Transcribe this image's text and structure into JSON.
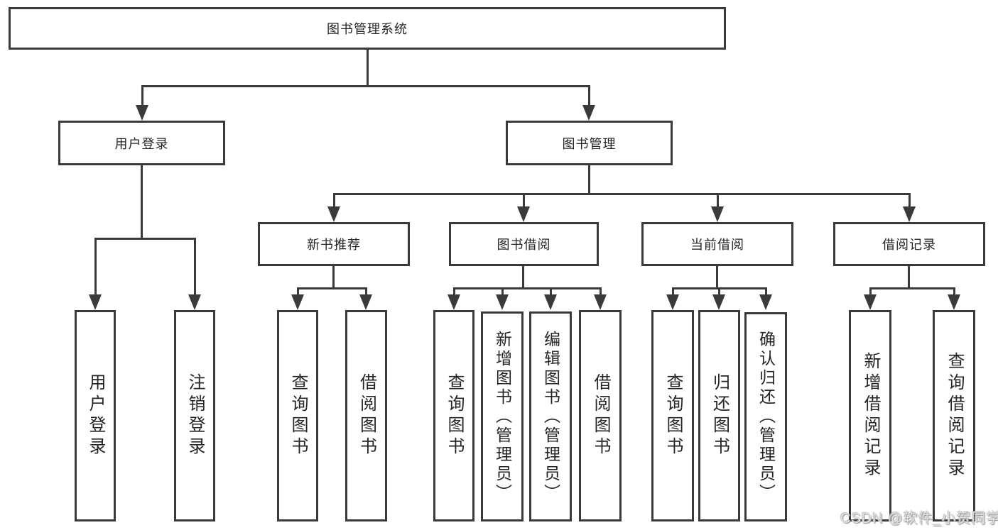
{
  "root": {
    "label": "图书管理系统"
  },
  "branches": {
    "user_login": {
      "label": "用户登录"
    },
    "book_mgmt": {
      "label": "图书管理"
    }
  },
  "modules": {
    "new_book": {
      "label": "新书推荐"
    },
    "borrow": {
      "label": "图书借阅"
    },
    "current": {
      "label": "当前借阅"
    },
    "records": {
      "label": "借阅记录"
    }
  },
  "leaves": {
    "login": {
      "label": "用户登录"
    },
    "logout": {
      "label": "注销登录"
    },
    "nb_query": {
      "label": "查询图书"
    },
    "nb_borrow": {
      "label": "借阅图书"
    },
    "bw_query": {
      "label": "查询图书"
    },
    "bw_add": {
      "label": "新增图书（管理员）"
    },
    "bw_edit": {
      "label": "编辑图书（管理员）"
    },
    "bw_borrow": {
      "label": "借阅图书"
    },
    "cur_query": {
      "label": "查询图书"
    },
    "cur_return": {
      "label": "归还图书"
    },
    "cur_confirm": {
      "label": "确认归还（管理员）"
    },
    "rec_add": {
      "label": "新增借阅记录"
    },
    "rec_query": {
      "label": "查询借阅记录"
    }
  },
  "watermark": {
    "text": "CSDN @软件_小贺同学"
  },
  "colors": {
    "line": "#3a3a3a",
    "background": "#ffffff",
    "watermark": "#e0e0e0"
  }
}
